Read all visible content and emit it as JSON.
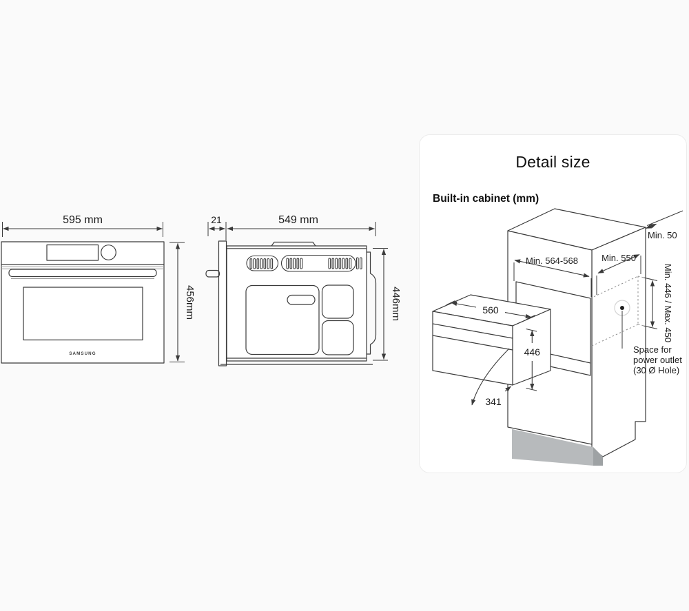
{
  "front_view": {
    "width_label": "595 mm",
    "height_label": "456mm",
    "brand": "SAMSUNG"
  },
  "side_view": {
    "door_thickness_label": "21",
    "depth_label": "549 mm",
    "height_label": "446mm"
  },
  "detail_card": {
    "title": "Detail size",
    "subtitle": "Built-in cabinet (mm)",
    "labels": {
      "top_clearance": "Min. 50",
      "niche_width": "Min. 564-568",
      "niche_depth": "Min. 550",
      "niche_height": "Min. 446 / Max. 450",
      "oven_width": "560",
      "oven_height": "446",
      "door_open": "341",
      "outlet_line1": "Space for",
      "outlet_line2": "power outlet",
      "outlet_line3": "(30 Ø Hole)"
    },
    "colors": {
      "line": "#3b3b3b",
      "plinth_front": "#b7babc",
      "plinth_side": "#9ea2a4"
    }
  }
}
